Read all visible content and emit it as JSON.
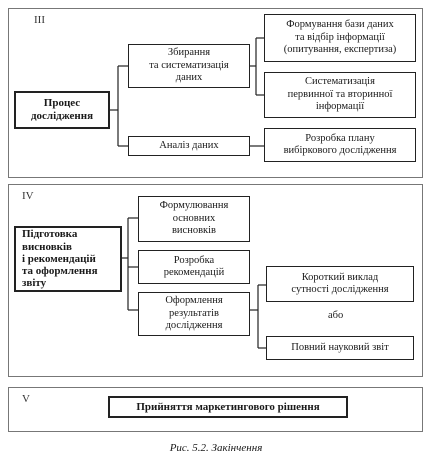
{
  "sections": [
    {
      "numeral": "III",
      "main": "Процес\nдослідження",
      "collect": "Збирання\nта систематизація\nданих",
      "analysis": "Аналіз даних",
      "databases": "Формування бази даних\nта відбір інформації\n(опитування, експертиза)",
      "systematize": "Систематизація\nпервинної та вторинної\nінформації",
      "sampling": "Розробка плану\nвибіркового дослідження"
    },
    {
      "numeral": "IV",
      "main": "Підготовка\nвисновків\nі рекомендацій\nта оформлення\nзвіту",
      "conclusions": "Формулювання\nосновних\nвисновків",
      "recommendations": "Розробка\nрекомендацій",
      "results": "Оформлення\nрезультатів\nдослідження",
      "summary": "Короткий виклад\nсутності дослідження",
      "or": "або",
      "report": "Повний науковий звіт"
    },
    {
      "numeral": "V",
      "main": "Прийняття маркетингового рішення"
    }
  ],
  "caption": "Рис. 5.2. Закінчення"
}
